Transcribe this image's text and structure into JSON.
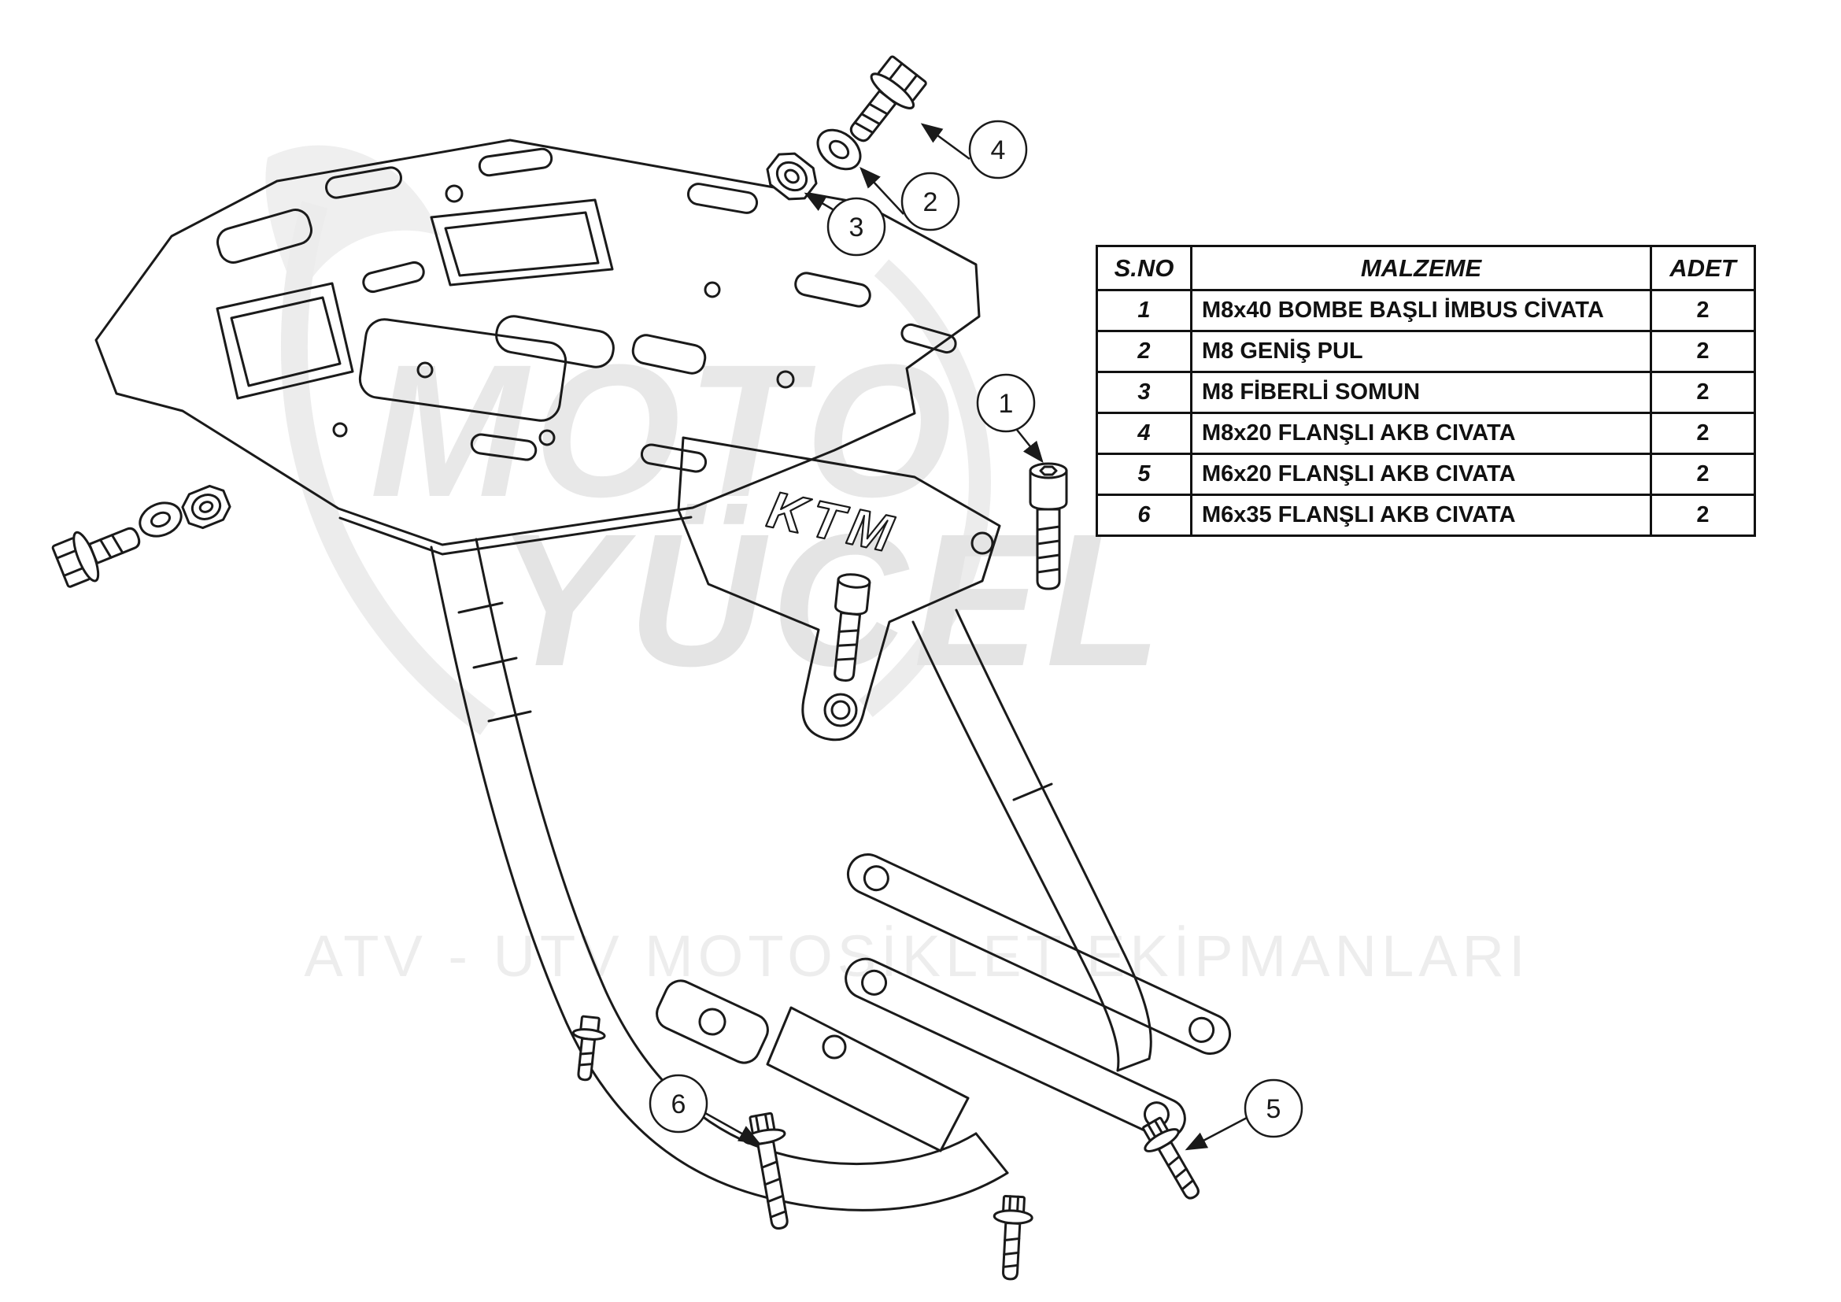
{
  "colors": {
    "line": "#1a1a1a",
    "watermark": "#e9e9e9",
    "background": "#ffffff"
  },
  "table": {
    "headers": [
      "S.NO",
      "MALZEME",
      "ADET"
    ],
    "rows": [
      {
        "no": "1",
        "malzeme": "M8x40 BOMBE BAŞLI İMBUS CİVATA",
        "adet": "2"
      },
      {
        "no": "2",
        "malzeme": "M8 GENİŞ PUL",
        "adet": "2"
      },
      {
        "no": "3",
        "malzeme": "M8 FİBERLİ SOMUN",
        "adet": "2"
      },
      {
        "no": "4",
        "malzeme": "M8x20 FLANŞLI AKB CIVATA",
        "adet": "2"
      },
      {
        "no": "5",
        "malzeme": "M6x20 FLANŞLI AKB CIVATA",
        "adet": "2"
      },
      {
        "no": "6",
        "malzeme": "M6x35 FLANŞLI AKB CIVATA",
        "adet": "2"
      }
    ]
  },
  "callouts": [
    {
      "label": "1"
    },
    {
      "label": "2"
    },
    {
      "label": "3"
    },
    {
      "label": "4"
    },
    {
      "label": "5"
    },
    {
      "label": "6"
    }
  ],
  "drawing": {
    "brand_text": "KTM"
  },
  "watermark": {
    "brand_top": "MOTO",
    "brand_bottom": "YÜCEL",
    "subtitle": "ATV - UTV MOTOSİKLET EKİPMANLARI"
  }
}
